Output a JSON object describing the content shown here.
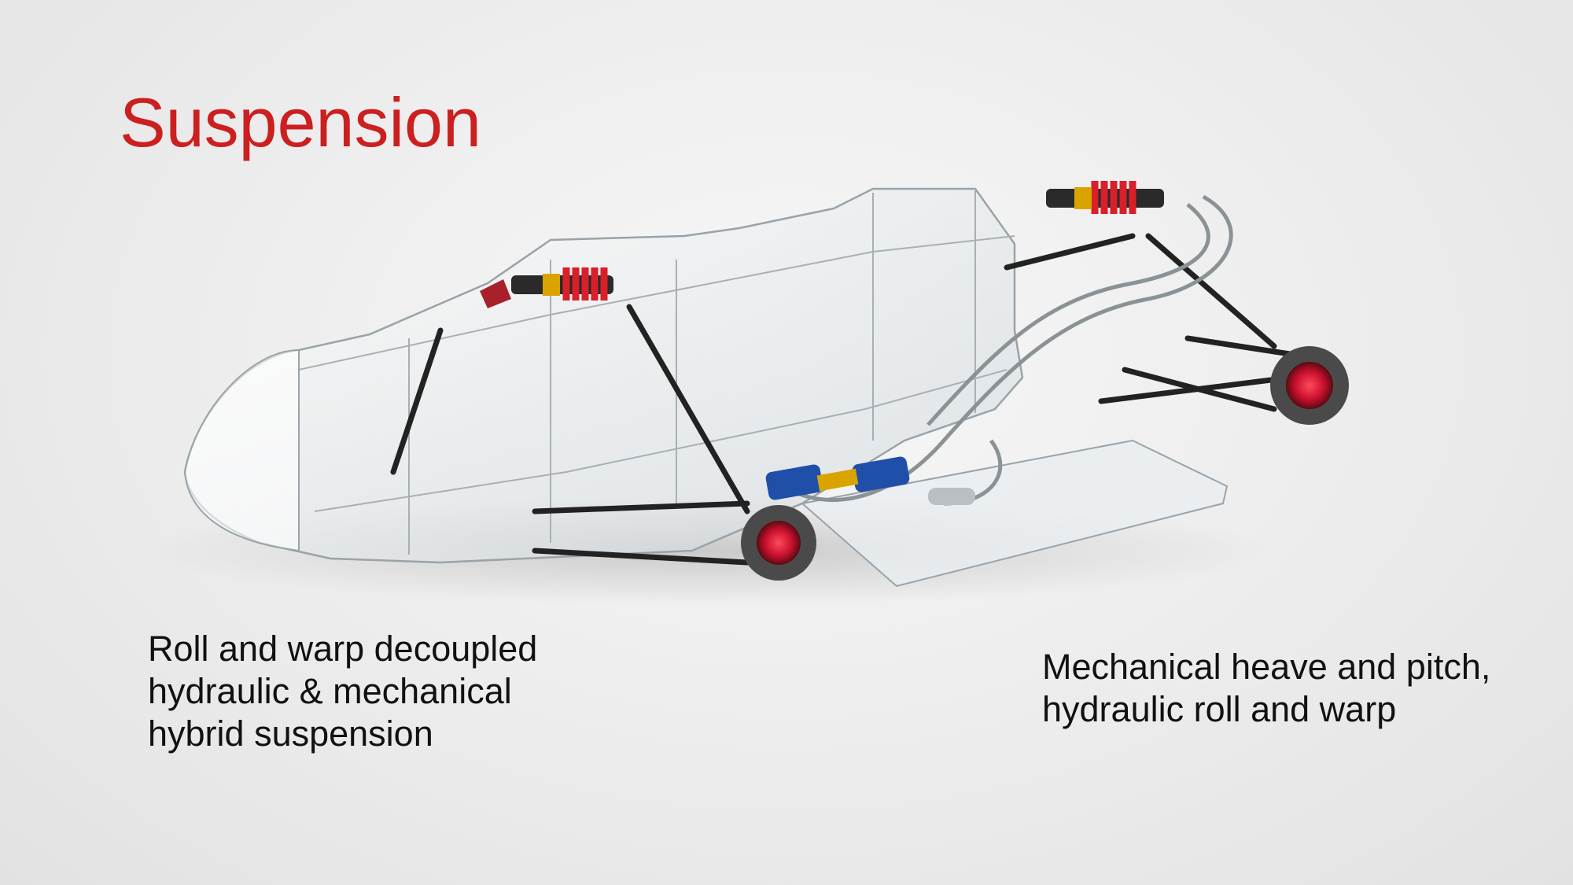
{
  "slide": {
    "title": "Suspension",
    "caption_left": {
      "lines": [
        "Roll and warp decoupled",
        "hydraulic & mechanical",
        "hybrid suspension"
      ]
    },
    "caption_right": {
      "lines": [
        "Mechanical heave and pitch,",
        "hydraulic roll and warp"
      ]
    },
    "colors": {
      "title": "#cc1f1f",
      "spring": "#d81f2a",
      "actuator": "#1f4fa8",
      "hub": "#c8102e",
      "rod": "#222222"
    }
  }
}
